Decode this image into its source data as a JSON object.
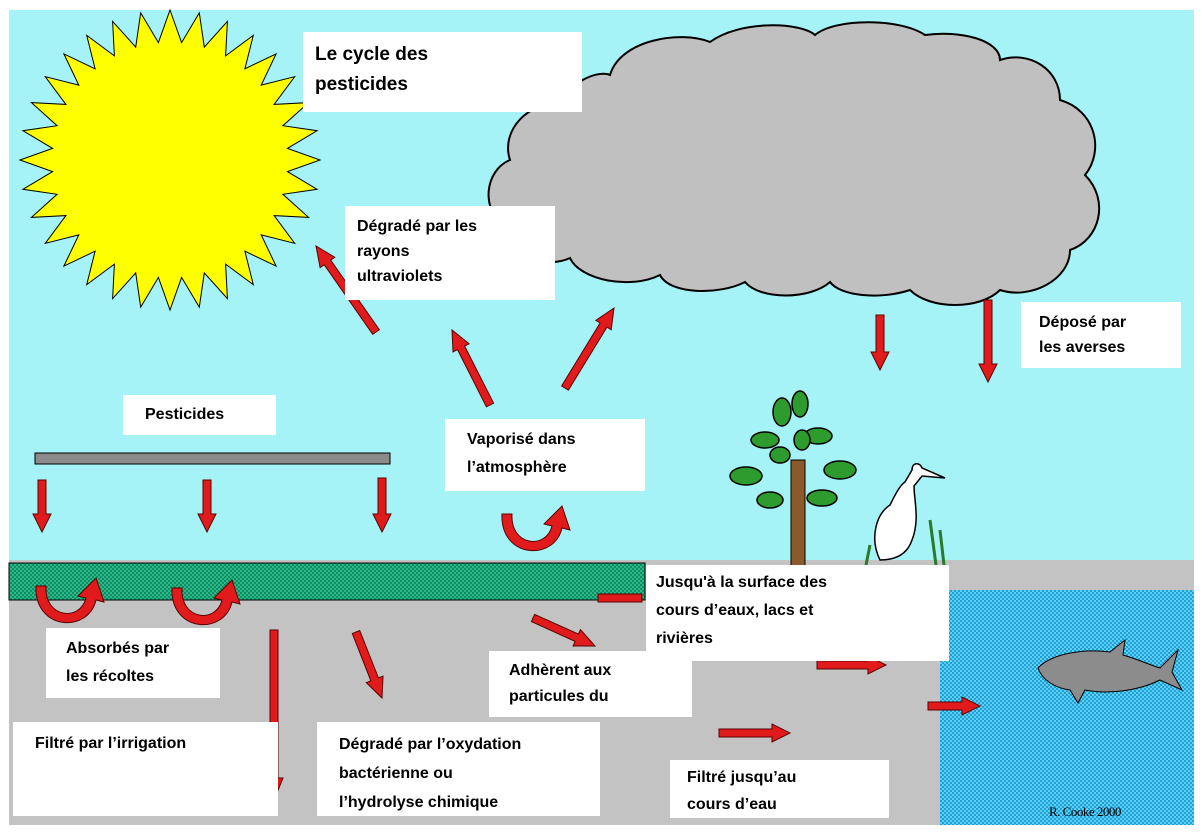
{
  "title": {
    "line1": "Le cycle des",
    "line2": "pesticides"
  },
  "labels": {
    "uv": [
      "Dégradé par les",
      "rayons",
      "ultraviolets"
    ],
    "rain": [
      "Déposé par",
      "les averses"
    ],
    "pesticides": [
      "Pesticides"
    ],
    "vapor": [
      "Vaporisé dans",
      "l’atmosphère"
    ],
    "surface": [
      "Jusqu'à la surface des",
      "cours d’eaux, lacs et",
      "rivières"
    ],
    "absorb": [
      "Absorbés par",
      "les récoltes"
    ],
    "adhere": [
      "Adhèrent aux",
      "particules du"
    ],
    "irrigation": [
      "Filtré par l’irrigation"
    ],
    "oxidation": [
      "Dégradé par l’oxydation",
      "bactérienne ou",
      "l’hydrolyse chimique"
    ],
    "filtered": [
      "Filtré jusqu’au",
      "cours d’eau"
    ]
  },
  "credit": "R. Cooke 2000",
  "icons": [
    "sun-icon",
    "cloud-icon",
    "tree-icon",
    "heron-icon",
    "fish-icon",
    "arrow-icon"
  ],
  "colors": {
    "sky": "#a5f3f6",
    "ground": "#c3c3c3",
    "grass": "#19a87a",
    "water": "#3ab8ea",
    "sun": "#ffff00",
    "cloud": "#c0c0c0",
    "arrow": "#e11b1b",
    "bar": "#8a8a8a"
  }
}
